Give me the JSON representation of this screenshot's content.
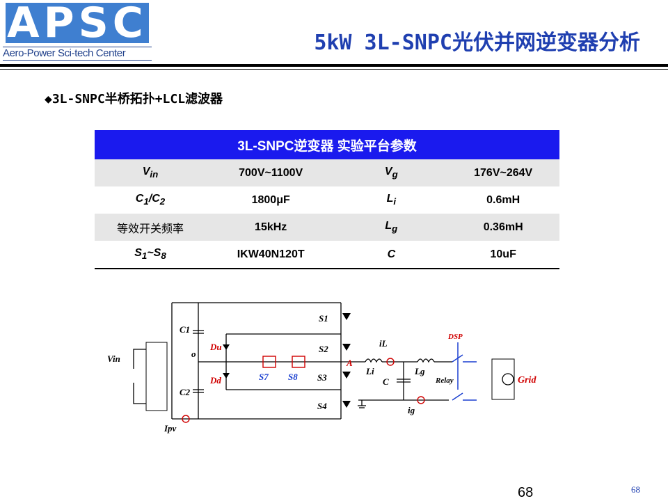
{
  "logo": {
    "letters": "APSC",
    "subtitle": "Aero-Power Sci-tech Center"
  },
  "title": "5kW 3L-SNPC光伏并网逆变器分析",
  "bullet": "◆3L-SNPC半桥拓扑+LCL滤波器",
  "table": {
    "header": "3L-SNPC逆变器 实验平台参数",
    "rows": [
      {
        "c0": "Vin",
        "c1": "700V~1100V",
        "c2": "Vg",
        "c3": "176V~264V"
      },
      {
        "c0": "C1/C2",
        "c1": "1800μF",
        "c2": "Li",
        "c3": "0.6mH"
      },
      {
        "c0": "等效开关频率",
        "c1": "15kHz",
        "c2": "Lg",
        "c3": "0.36mH"
      },
      {
        "c0": "S1~S8",
        "c1": "IKW40N120T",
        "c2": "C",
        "c3": "10uF"
      }
    ]
  },
  "circuit": {
    "labels": {
      "vin": "Vin",
      "c1": "C1",
      "c2": "C2",
      "o": "o",
      "du": "Du",
      "dd": "Dd",
      "s7": "S7",
      "s8": "S8",
      "s1": "S1",
      "s2": "S2",
      "s3": "S3",
      "s4": "S4",
      "a": "A",
      "il": "iL",
      "li": "Li",
      "lg": "Lg",
      "c": "C",
      "relay": "Relay",
      "dsp": "DSP",
      "grid": "Grid",
      "ig": "ig",
      "ipv": "Ipv"
    }
  },
  "page": {
    "number": "68",
    "number_small": "68"
  },
  "colors": {
    "title": "#1f3fb0",
    "table_header": "#1a1aee",
    "logo": "#3f7fd0",
    "accent_red": "#e00000",
    "blue_wire": "#1a3fd0"
  }
}
